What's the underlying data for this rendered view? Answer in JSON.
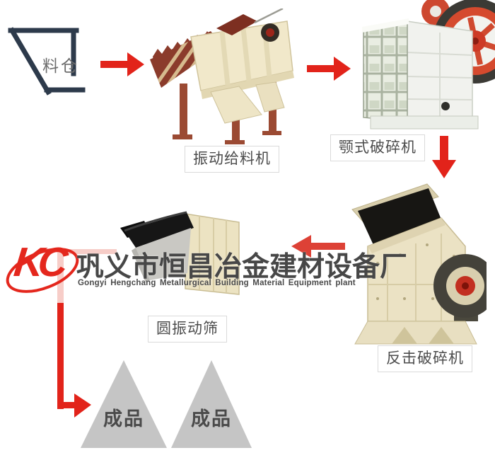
{
  "diagram": {
    "hopper_label": "料仓",
    "stations": [
      {
        "id": "vibrating-feeder",
        "label": "振动给料机"
      },
      {
        "id": "jaw-crusher",
        "label": "颚式破碎机"
      },
      {
        "id": "impact-crusher",
        "label": "反击破碎机"
      },
      {
        "id": "circular-vibrating-screen",
        "label": "圆振动筛"
      }
    ],
    "products": [
      {
        "label": "成品"
      },
      {
        "label": "成品"
      }
    ]
  },
  "watermark": {
    "logo_text": "KC",
    "company_cn": "巩义市恒昌冶金建材设备厂",
    "company_en": "Gongyi Hengchang Metallurgical Building Material Equipment plant"
  },
  "colors": {
    "arrow_red": "#e2231a",
    "faded_arrow_pink": "#f7cdc8",
    "logo_red": "#e4271d",
    "hopper_outline": "#2d3a4b",
    "label_text": "#4c4c4c",
    "product_triangle_gray": "#c5c5c5"
  }
}
